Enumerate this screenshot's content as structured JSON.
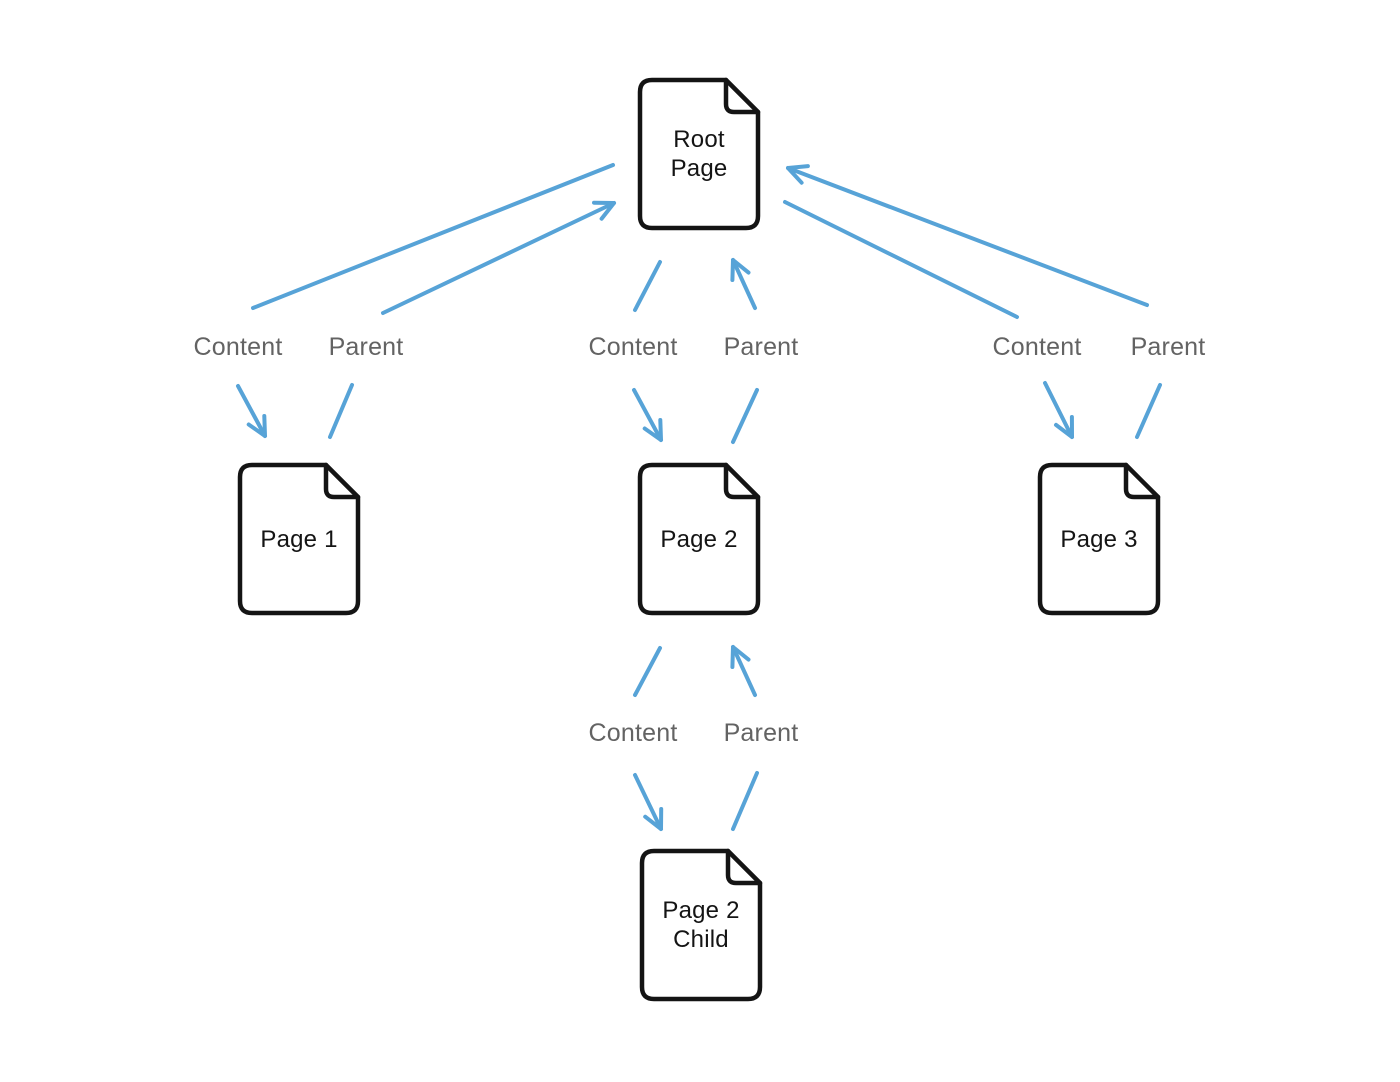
{
  "diagram": {
    "type": "page-hierarchy",
    "nodes": {
      "root": {
        "label": "Root\nPage"
      },
      "page1": {
        "label": "Page 1"
      },
      "page2": {
        "label": "Page 2"
      },
      "page3": {
        "label": "Page 3"
      },
      "page2_child": {
        "label": "Page 2\nChild"
      }
    },
    "edge_labels": {
      "content": "Content",
      "parent": "Parent"
    },
    "relationships": [
      {
        "parent": "Root Page",
        "child": "Page 1",
        "arrows": [
          "Content",
          "Parent"
        ]
      },
      {
        "parent": "Root Page",
        "child": "Page 2",
        "arrows": [
          "Content",
          "Parent"
        ]
      },
      {
        "parent": "Root Page",
        "child": "Page 3",
        "arrows": [
          "Content",
          "Parent"
        ]
      },
      {
        "parent": "Page 2",
        "child": "Page 2 Child",
        "arrows": [
          "Content",
          "Parent"
        ]
      }
    ],
    "colors": {
      "arrow": "#57A3D7",
      "node_stroke": "#141414",
      "node_text": "#141414",
      "edge_label_text": "#636363",
      "background": "#ffffff"
    }
  }
}
